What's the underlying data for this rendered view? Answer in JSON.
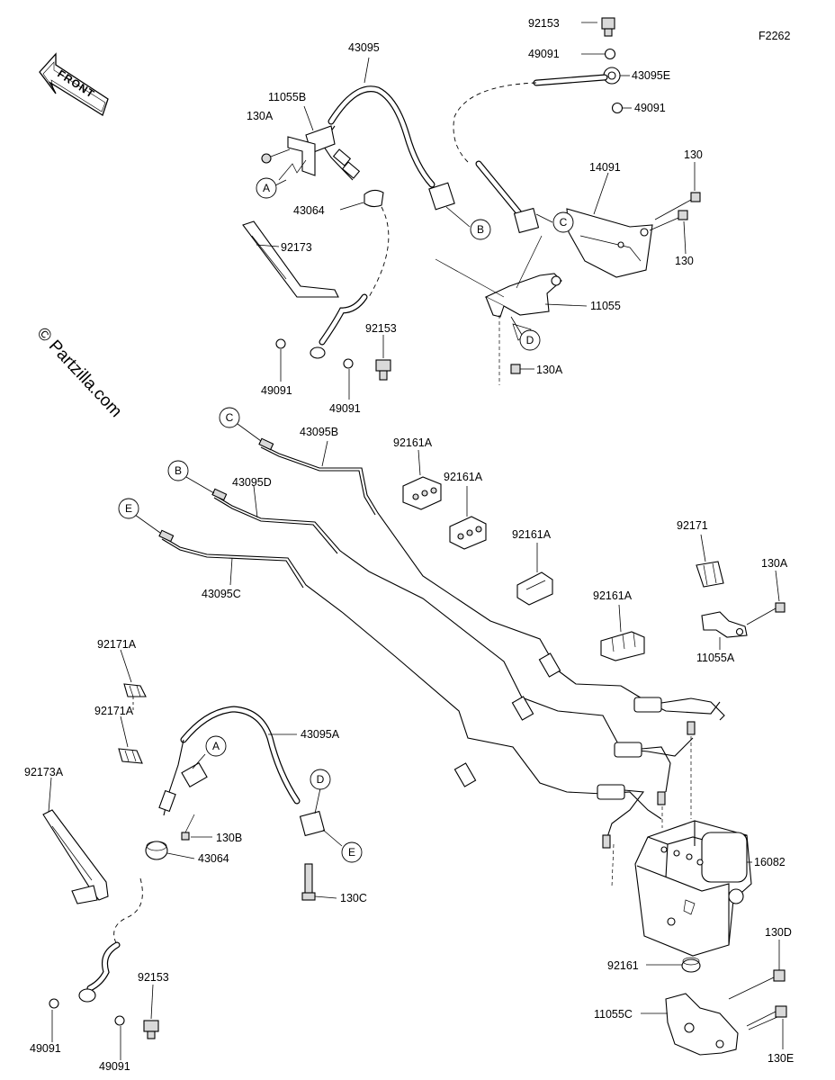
{
  "figure_id": "F2262",
  "front_label": "FRONT",
  "watermark": "© Partzilla.com",
  "parts": {
    "p43095": "43095",
    "p11055B": "11055B",
    "p130A_1": "130A",
    "p43064_1": "43064",
    "p92173": "92173",
    "p49091_1": "49091",
    "p49091_2": "49091",
    "p92153_1": "92153",
    "p92153_2": "92153",
    "p49091_3": "49091",
    "p43095E": "43095E",
    "p49091_4": "49091",
    "p14091": "14091",
    "p130_1": "130",
    "p130_2": "130",
    "p11055": "11055",
    "p130A_2": "130A",
    "p43095B": "43095B",
    "p43095D": "43095D",
    "p43095C": "43095C",
    "p92161A_1": "92161A",
    "p92161A_2": "92161A",
    "p92161A_3": "92161A",
    "p92161A_4": "92161A",
    "p92171": "92171",
    "p130A_3": "130A",
    "p11055A": "11055A",
    "p92171A_1": "92171A",
    "p92171A_2": "92171A",
    "p43095A": "43095A",
    "p92173A": "92173A",
    "p130B": "130B",
    "p43064_2": "43064",
    "p130C": "130C",
    "p16082": "16082",
    "p92161": "92161",
    "p130D": "130D",
    "p11055C": "11055C",
    "p130E": "130E",
    "p92153_3": "92153",
    "p49091_5": "49091",
    "p49091_6": "49091"
  },
  "refs": {
    "A1": "A",
    "B1": "B",
    "C1": "C",
    "D1": "D",
    "C2": "C",
    "B2": "B",
    "E1": "E",
    "A2": "A",
    "D2": "D",
    "E2": "E"
  }
}
